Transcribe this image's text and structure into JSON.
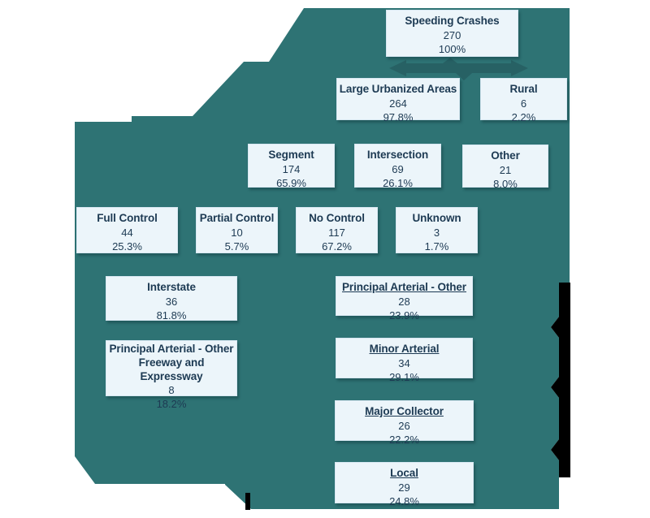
{
  "colors": {
    "page_background": "#FFFFFF",
    "canvas_teal": "#2E7374",
    "divergent_arrow_teal": "#276164",
    "shadow_black": "#000000",
    "box_fill": "#ECF5FA",
    "box_border": "#D7E7F1",
    "text_navy": "#1D3A53"
  },
  "diagram": {
    "type": "hierarchy-flowchart",
    "nodes": [
      {
        "id": "speeding-crashes",
        "title": "Speeding Crashes",
        "value": "270",
        "pct": "100%"
      },
      {
        "id": "large-urbanized-areas",
        "title": "Large Urbanized Areas",
        "value": "264",
        "pct": "97.8%"
      },
      {
        "id": "rural",
        "title": "Rural",
        "value": "6",
        "pct": "2.2%"
      },
      {
        "id": "segment",
        "title": "Segment",
        "value": "174",
        "pct": "65.9%"
      },
      {
        "id": "intersection",
        "title": "Intersection",
        "value": "69",
        "pct": "26.1%"
      },
      {
        "id": "other",
        "title": "Other",
        "value": "21",
        "pct": "8.0%"
      },
      {
        "id": "full-control",
        "title": "Full Control",
        "value": "44",
        "pct": "25.3%"
      },
      {
        "id": "partial-control",
        "title": "Partial Control",
        "value": "10",
        "pct": "5.7%"
      },
      {
        "id": "no-control",
        "title": "No Control",
        "value": "117",
        "pct": "67.2%"
      },
      {
        "id": "unknown",
        "title": "Unknown",
        "value": "3",
        "pct": "1.7%"
      },
      {
        "id": "interstate",
        "title": "Interstate",
        "value": "36",
        "pct": "81.8%"
      },
      {
        "id": "principal-arterial-other",
        "title": "Principal Arterial - Other",
        "value": "28",
        "pct": "23.9%"
      },
      {
        "id": "principal-arterial-other-freeway-and-expressway",
        "title": "Principal Arterial - Other Freeway and Expressway",
        "value": "8",
        "pct": "18.2%"
      },
      {
        "id": "minor-arterial",
        "title": "Minor Arterial",
        "value": "34",
        "pct": "29.1%"
      },
      {
        "id": "major-collector",
        "title": "Major Collector",
        "value": "26",
        "pct": "22.2%"
      },
      {
        "id": "local",
        "title": "Local",
        "value": "29",
        "pct": "24.8%"
      }
    ]
  }
}
